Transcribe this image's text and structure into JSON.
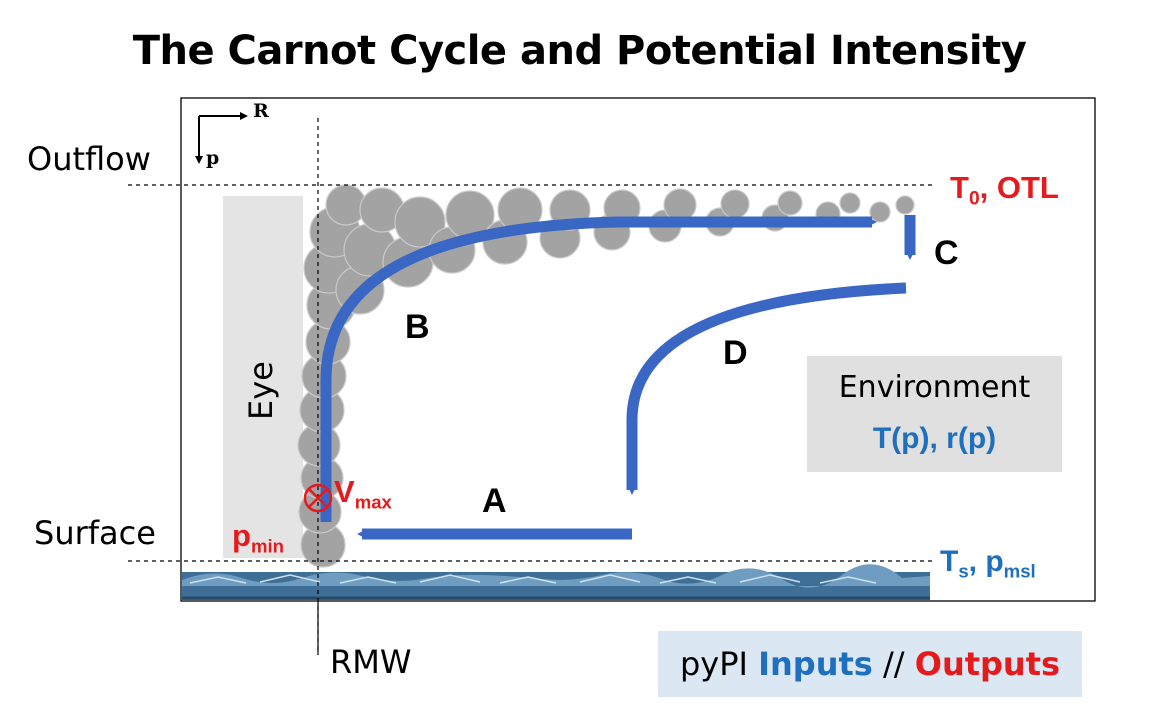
{
  "title": "The Carnot Cycle and Potential Intensity",
  "axes": {
    "r_label": "R",
    "p_label": "p"
  },
  "levels": {
    "outflow": "Outflow",
    "surface": "Surface"
  },
  "rmw_label": "RMW",
  "eye_label": "Eye",
  "legs": {
    "a": "A",
    "b": "B",
    "c": "C",
    "d": "D"
  },
  "outflow_outputs": {
    "t_base": "T",
    "t_sub": "0",
    "rest": ", OTL"
  },
  "surface_inputs": {
    "t_base": "T",
    "t_sub": "s",
    "sep": ", ",
    "p_base": "p",
    "p_sub": "msl"
  },
  "vmax": {
    "base": "V",
    "sub": "max"
  },
  "pmin": {
    "base": "p",
    "sub": "min"
  },
  "environment": {
    "label": "Environment",
    "profiles": "T(p), r(p)"
  },
  "legend": {
    "prefix": "pyPI ",
    "inputs": "Inputs",
    "sep": " // ",
    "outputs": "Outputs"
  },
  "colors": {
    "inputs": "#1f6fbf",
    "outputs": "#e41a1c",
    "arrows": "#3a66c4",
    "cloud": "#9e9e9e",
    "sea": "#3f6e96"
  }
}
